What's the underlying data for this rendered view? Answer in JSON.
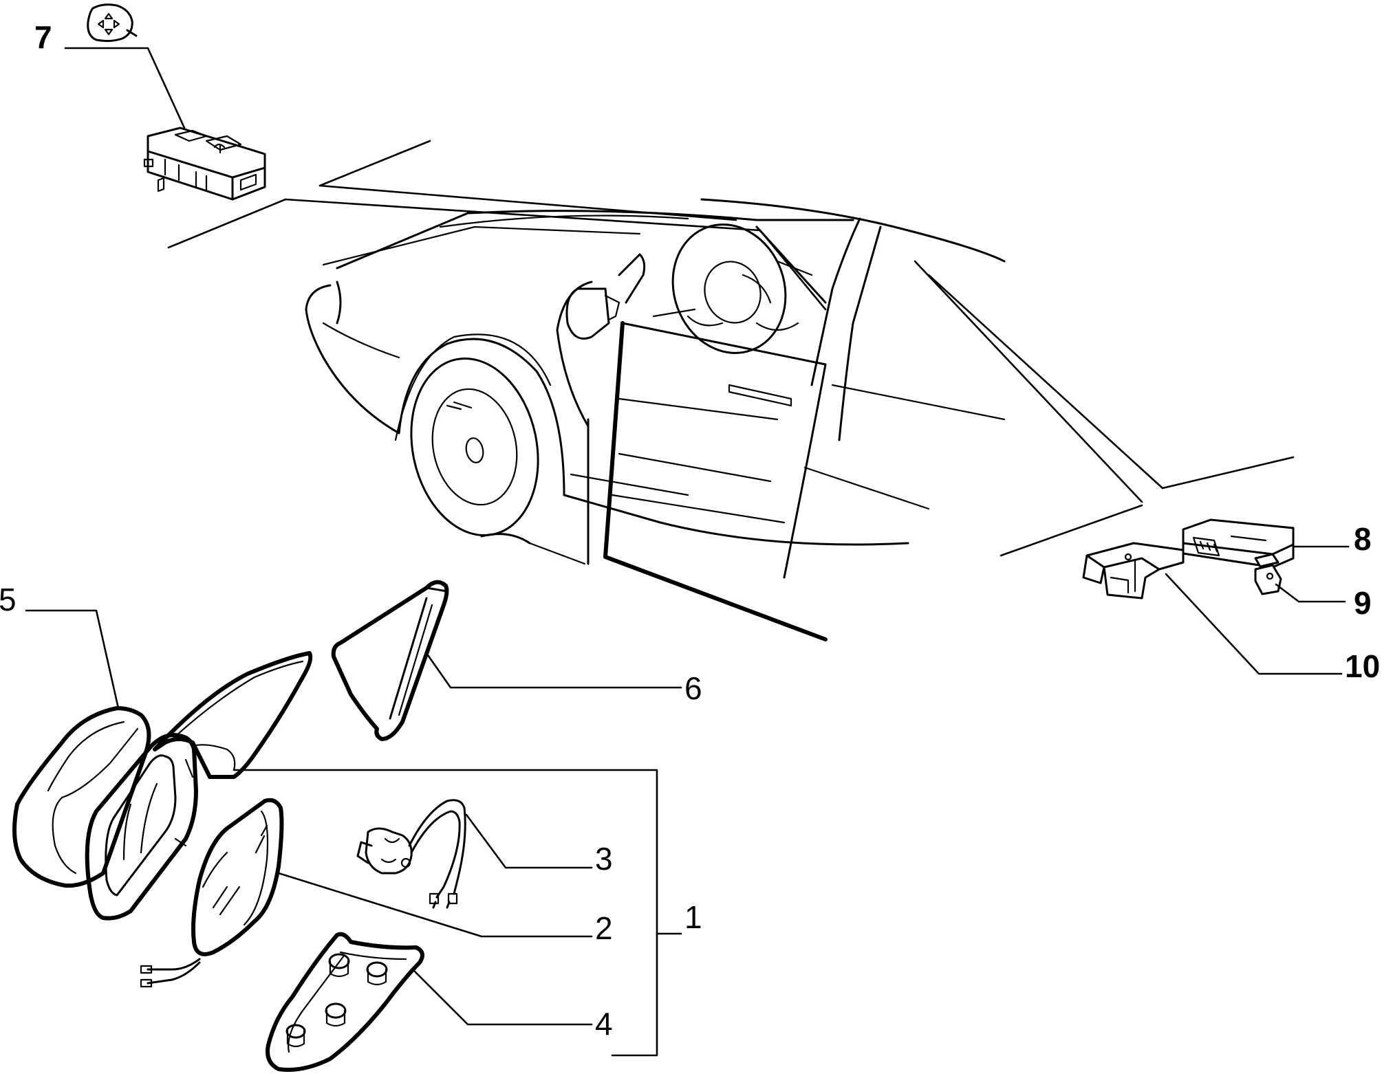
{
  "callouts": [
    {
      "id": "1",
      "label": "1"
    },
    {
      "id": "2",
      "label": "2"
    },
    {
      "id": "3",
      "label": "3"
    },
    {
      "id": "4",
      "label": "4"
    },
    {
      "id": "5",
      "label": "5"
    },
    {
      "id": "6",
      "label": "6"
    },
    {
      "id": "7",
      "label": "7"
    },
    {
      "id": "8",
      "label": "8"
    },
    {
      "id": "9",
      "label": "9"
    },
    {
      "id": "10",
      "label": "10"
    }
  ],
  "icons": {
    "mirror_adjust": "mirror-adjust-icon"
  },
  "colors": {
    "line": "#000000",
    "background": "#ffffff"
  }
}
